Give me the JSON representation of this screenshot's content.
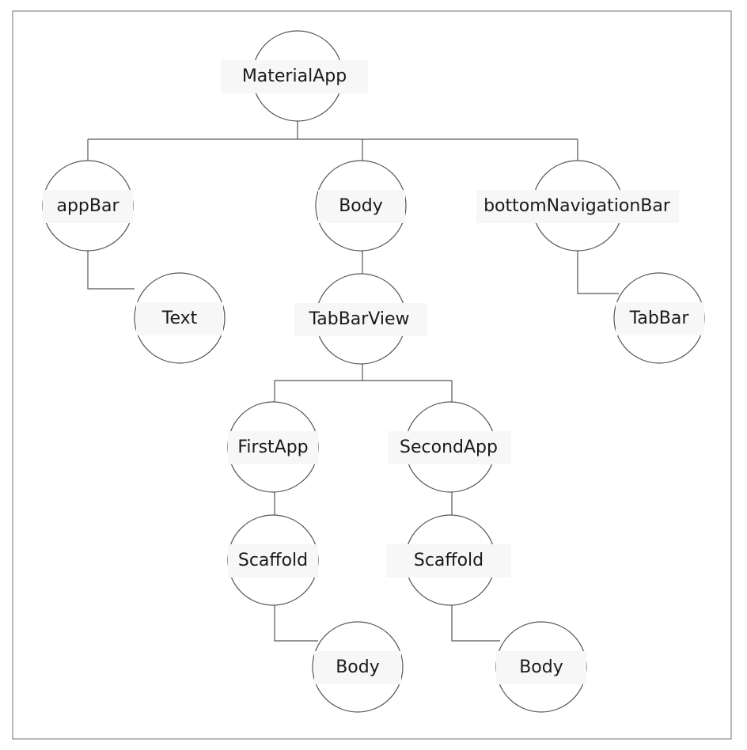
{
  "nodes": {
    "material_app": "MaterialApp",
    "app_bar": "appBar",
    "body_main": "Body",
    "bottom_nav": "bottomNavigationBar",
    "text": "Text",
    "tab_bar_view": "TabBarView",
    "tab_bar": "TabBar",
    "first_app": "FirstApp",
    "second_app": "SecondApp",
    "scaffold_first": "Scaffold",
    "scaffold_second": "Scaffold",
    "body_first": "Body",
    "body_second": "Body"
  },
  "edges": [
    [
      "material_app",
      "app_bar"
    ],
    [
      "material_app",
      "body_main"
    ],
    [
      "material_app",
      "bottom_nav"
    ],
    [
      "app_bar",
      "text"
    ],
    [
      "body_main",
      "tab_bar_view"
    ],
    [
      "bottom_nav",
      "tab_bar"
    ],
    [
      "tab_bar_view",
      "first_app"
    ],
    [
      "tab_bar_view",
      "second_app"
    ],
    [
      "first_app",
      "scaffold_first"
    ],
    [
      "second_app",
      "scaffold_second"
    ],
    [
      "scaffold_first",
      "body_first"
    ],
    [
      "scaffold_second",
      "body_second"
    ]
  ]
}
